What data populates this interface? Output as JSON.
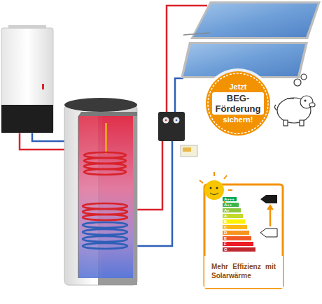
{
  "diagram": {
    "nodes": [
      {
        "text": [
          "Jetzt",
          "BEG- Förderung",
          "sichern!"
        ]
      },
      {
        "text": [
          "Mehr Effizienz mit Solarwärme"
        ]
      }
    ],
    "labels": [
      "A+++",
      "A++",
      "A+",
      "A",
      "B",
      "C",
      "D",
      "E",
      "F",
      "G"
    ]
  }
}
